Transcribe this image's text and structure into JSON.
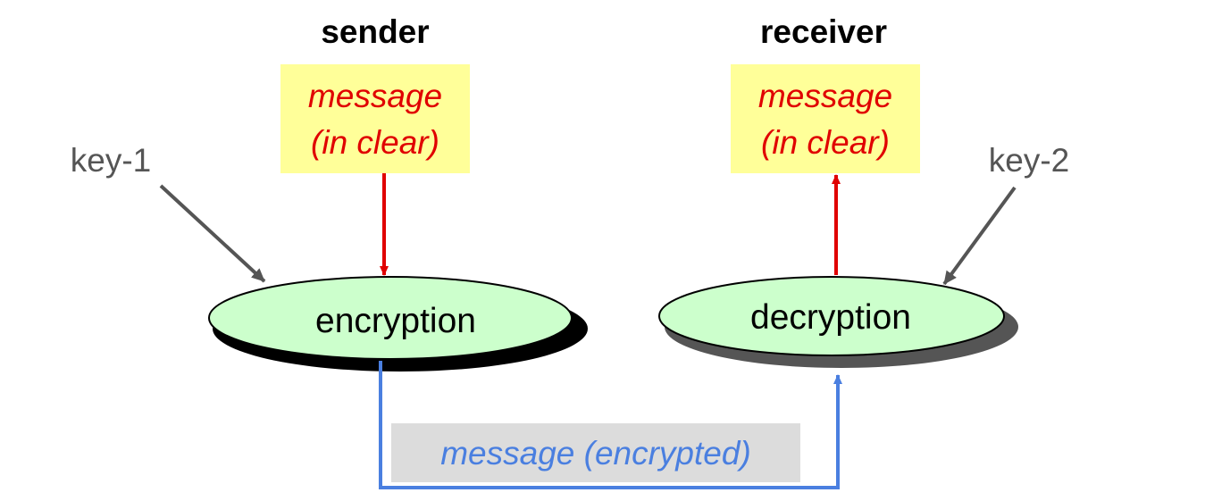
{
  "sender": {
    "title": "sender",
    "message_line1": "message",
    "message_line2": "(in clear)",
    "key": "key-1",
    "operation": "encryption"
  },
  "receiver": {
    "title": "receiver",
    "message_line1": "message",
    "message_line2": "(in clear)",
    "key": "key-2",
    "operation": "decryption"
  },
  "channel": {
    "label": "message (encrypted)"
  },
  "colors": {
    "message_box_fill": "#ffff99",
    "message_text": "#e00000",
    "node_fill": "#ccffcc",
    "key_text": "#555555",
    "key_arrow": "#555555",
    "clear_arrow": "#e00000",
    "encrypted_line": "#4a7fe0",
    "encrypted_label_fill": "#dcdcdc"
  }
}
